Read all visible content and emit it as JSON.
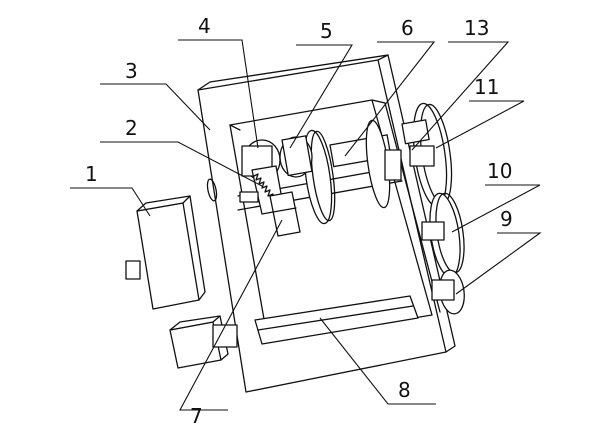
{
  "figure": {
    "labels": {
      "n1": "1",
      "n2": "2",
      "n3": "3",
      "n4": "4",
      "n5": "5",
      "n6": "6",
      "n7": "7",
      "n8": "8",
      "n9": "9",
      "n10": "10",
      "n11": "11",
      "n13": "13"
    }
  }
}
